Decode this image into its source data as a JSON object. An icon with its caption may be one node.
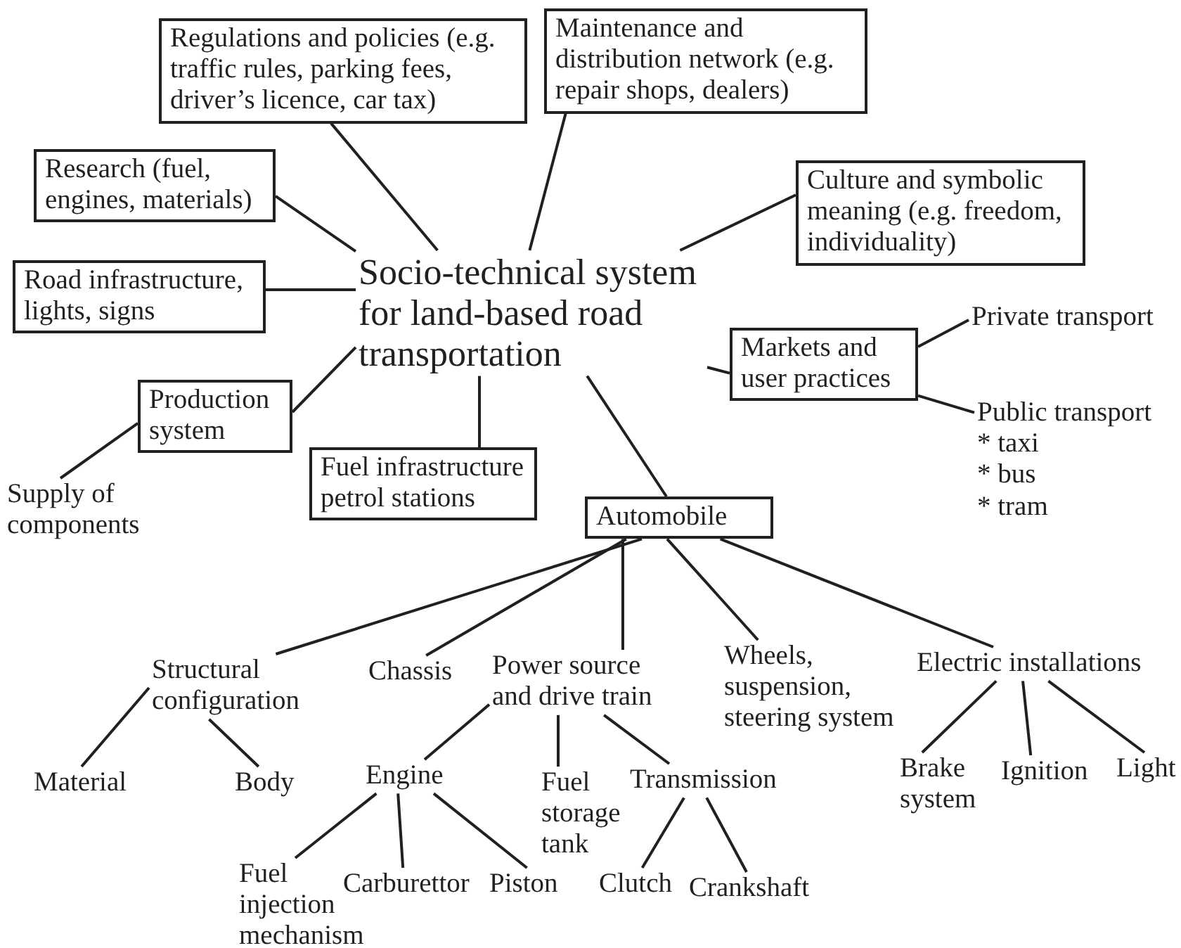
{
  "diagram": {
    "nodes": [
      {
        "text": [
          "Socio-technical system for land-based road transportation"
        ]
      },
      {
        "text": [
          "Regulations and policies (e.g. traffic rules, parking fees, driver’s licence, car tax)"
        ]
      },
      {
        "text": [
          "Maintenance and distribution network (e.g. repair shops, dealers)"
        ]
      },
      {
        "text": [
          "Research (fuel, engines, materials)"
        ]
      },
      {
        "text": [
          "Road infrastructure, lights, signs"
        ]
      },
      {
        "text": [
          "Culture and symbolic meaning (e.g. freedom, individuality)"
        ]
      },
      {
        "text": [
          "Production system"
        ]
      },
      {
        "text": [
          "Supply of components"
        ]
      },
      {
        "text": [
          "Fuel infrastructure petrol stations"
        ]
      },
      {
        "text": [
          "Markets and user practices"
        ]
      },
      {
        "text": [
          "Private transport"
        ]
      },
      {
        "text": [
          "Public transport",
          "* taxi",
          "* bus",
          "* tram"
        ]
      },
      {
        "text": [
          "Automobile"
        ]
      },
      {
        "text": [
          "Structural configuration"
        ]
      },
      {
        "text": [
          "Chassis"
        ]
      },
      {
        "text": [
          "Power source and drive train"
        ]
      },
      {
        "text": [
          "Wheels, suspension, steering system"
        ]
      },
      {
        "text": [
          "Electric installations"
        ]
      },
      {
        "text": [
          "Material"
        ]
      },
      {
        "text": [
          "Body"
        ]
      },
      {
        "text": [
          "Engine"
        ]
      },
      {
        "text": [
          "Fuel storage tank"
        ]
      },
      {
        "text": [
          "Transmission"
        ]
      },
      {
        "text": [
          "Fuel injection mechanism"
        ]
      },
      {
        "text": [
          "Carburettor"
        ]
      },
      {
        "text": [
          "Piston"
        ]
      },
      {
        "text": [
          "Clutch"
        ]
      },
      {
        "text": [
          "Crankshaft"
        ]
      },
      {
        "text": [
          "Brake system"
        ]
      },
      {
        "text": [
          "Ignition"
        ]
      },
      {
        "text": [
          "Light"
        ]
      }
    ],
    "edges": [
      {
        "from": 0,
        "to": 1,
        "arrow": "none"
      },
      {
        "from": 0,
        "to": 2,
        "arrow": "none"
      },
      {
        "from": 0,
        "to": 3,
        "arrow": "none"
      },
      {
        "from": 0,
        "to": 4,
        "arrow": "none"
      },
      {
        "from": 0,
        "to": 5,
        "arrow": "none"
      },
      {
        "from": 0,
        "to": 6,
        "arrow": "none"
      },
      {
        "from": 6,
        "to": 7,
        "arrow": "none"
      },
      {
        "from": 0,
        "to": 8,
        "arrow": "none"
      },
      {
        "from": 0,
        "to": 9,
        "arrow": "none"
      },
      {
        "from": 9,
        "to": 10,
        "arrow": "none"
      },
      {
        "from": 9,
        "to": 11,
        "arrow": "none"
      },
      {
        "from": 0,
        "to": 12,
        "arrow": "none"
      },
      {
        "from": 12,
        "to": 13,
        "arrow": "none"
      },
      {
        "from": 12,
        "to": 14,
        "arrow": "none"
      },
      {
        "from": 12,
        "to": 15,
        "arrow": "none"
      },
      {
        "from": 12,
        "to": 16,
        "arrow": "none"
      },
      {
        "from": 12,
        "to": 17,
        "arrow": "none"
      },
      {
        "from": 13,
        "to": 18,
        "arrow": "none"
      },
      {
        "from": 13,
        "to": 19,
        "arrow": "none"
      },
      {
        "from": 15,
        "to": 20,
        "arrow": "none"
      },
      {
        "from": 15,
        "to": 21,
        "arrow": "none"
      },
      {
        "from": 15,
        "to": 22,
        "arrow": "none"
      },
      {
        "from": 20,
        "to": 23,
        "arrow": "none"
      },
      {
        "from": 20,
        "to": 24,
        "arrow": "none"
      },
      {
        "from": 20,
        "to": 25,
        "arrow": "none"
      },
      {
        "from": 22,
        "to": 26,
        "arrow": "none"
      },
      {
        "from": 22,
        "to": 27,
        "arrow": "none"
      },
      {
        "from": 17,
        "to": 28,
        "arrow": "none"
      },
      {
        "from": 17,
        "to": 29,
        "arrow": "none"
      },
      {
        "from": 17,
        "to": 30,
        "arrow": "none"
      }
    ]
  }
}
